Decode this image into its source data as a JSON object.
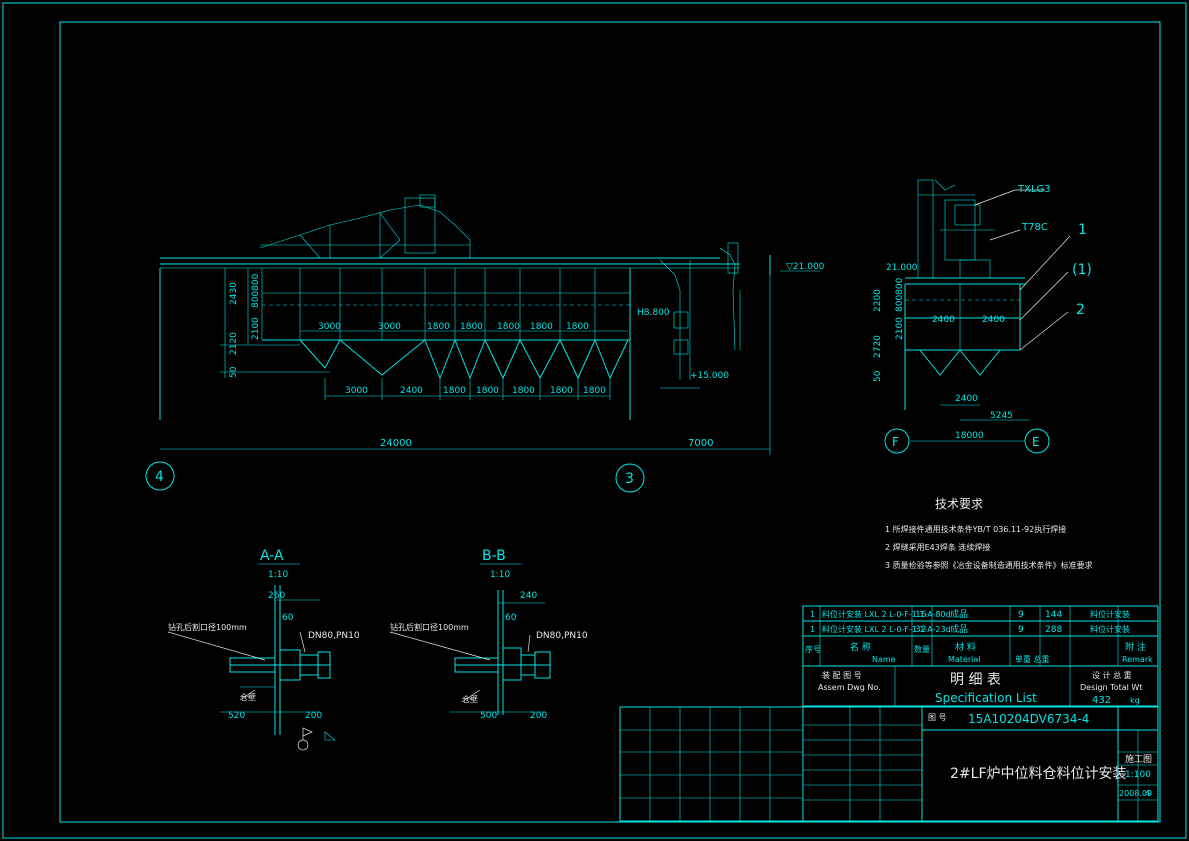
{
  "main_elevation": {
    "elevations": {
      "top": "▽21.000",
      "mid": "H8.800",
      "low": "+15.000"
    },
    "vertical_dims": [
      "2430",
      "800800",
      "2120",
      "2100",
      "50"
    ],
    "upper_dims": [
      "3000",
      "3000",
      "1800",
      "1800",
      "1800",
      "1800",
      "1800"
    ],
    "lower_dims": [
      "3000",
      "2400",
      "1800",
      "1800",
      "1800",
      "1800",
      "1800"
    ],
    "overall_dims": [
      "24000",
      "7000"
    ],
    "axes": [
      "4",
      "3"
    ]
  },
  "side_elevation": {
    "labels": {
      "equip1": "TXLG3",
      "equip2": "T78C"
    },
    "callouts": [
      "1",
      "(1)",
      "2"
    ],
    "elevation_top": "21.000",
    "vertical_dims": [
      "800800",
      "2200",
      "2100",
      "2720",
      "50"
    ],
    "upper_dims": [
      "2400",
      "2400"
    ],
    "lower_dims": [
      "2400",
      "5245",
      "18000"
    ],
    "axes": [
      "F",
      "E"
    ]
  },
  "tech_req": {
    "title": "技术要求",
    "items": [
      "1 所焊接件通用技术条件YB/T 036.11-92执行焊接",
      "2 焊缝采用E43焊条 连续焊接",
      "3 质量检验等参照《冶金设备制造通用技术条件》标准要求"
    ]
  },
  "section_aa": {
    "title": "A-A",
    "scale": "1:10",
    "dims": [
      "260",
      "60",
      "520",
      "200"
    ],
    "labels": {
      "hole": "钻孔后割口径100mm",
      "flange": "DN80,PN10",
      "pipe": "仓壁"
    }
  },
  "section_bb": {
    "title": "B-B",
    "scale": "1:10",
    "dims": [
      "240",
      "60",
      "500",
      "200"
    ],
    "labels": {
      "hole": "钻孔后割口径100mm",
      "flange": "DN80,PN10",
      "pipe": "仓壁"
    }
  },
  "parts_list": {
    "rows": [
      {
        "no": "1",
        "code": "料位计安装 LXL 2  L-0-F-1  1-A-80d",
        "qty": "16",
        "mat": "成品",
        "unit_wt": "9",
        "total_wt": "144",
        "note": "料位计安装"
      },
      {
        "no": "1",
        "code": "料位计安装 LXL 2  L-0-F-1  1-A-23d",
        "qty": "32",
        "mat": "成品",
        "unit_wt": "9",
        "total_wt": "288",
        "note": "料位计安装"
      }
    ],
    "header": {
      "no": "序号",
      "name_cn": "名 称",
      "name_en": "Name",
      "qty": "数量",
      "mat_cn": "材 料",
      "mat_en": "Material",
      "wt": "单重 总重",
      "note_cn": "附 注",
      "note_en": "Remark"
    },
    "spec_cn": "明 细 表",
    "spec_en": "Specification List",
    "assembly_cn": "装 配 图 号",
    "assembly_en": "Assem Dwg No.",
    "total_cn": "设 计 总 重",
    "total_en": "Design Total Wt",
    "total_value": "432",
    "total_unit": "kg"
  },
  "title_block": {
    "dwg_no_label": "图 号",
    "dwg_no": "15A10204DV6734-4",
    "drawing_title": "2#LF炉中位料仓料位计安装",
    "stage": "施工图",
    "scale": "1:100",
    "date": "2008.09",
    "page": "4"
  },
  "colors": {
    "line": "#00e5e5",
    "background": "#000000",
    "leader": "#e8e8e8"
  }
}
